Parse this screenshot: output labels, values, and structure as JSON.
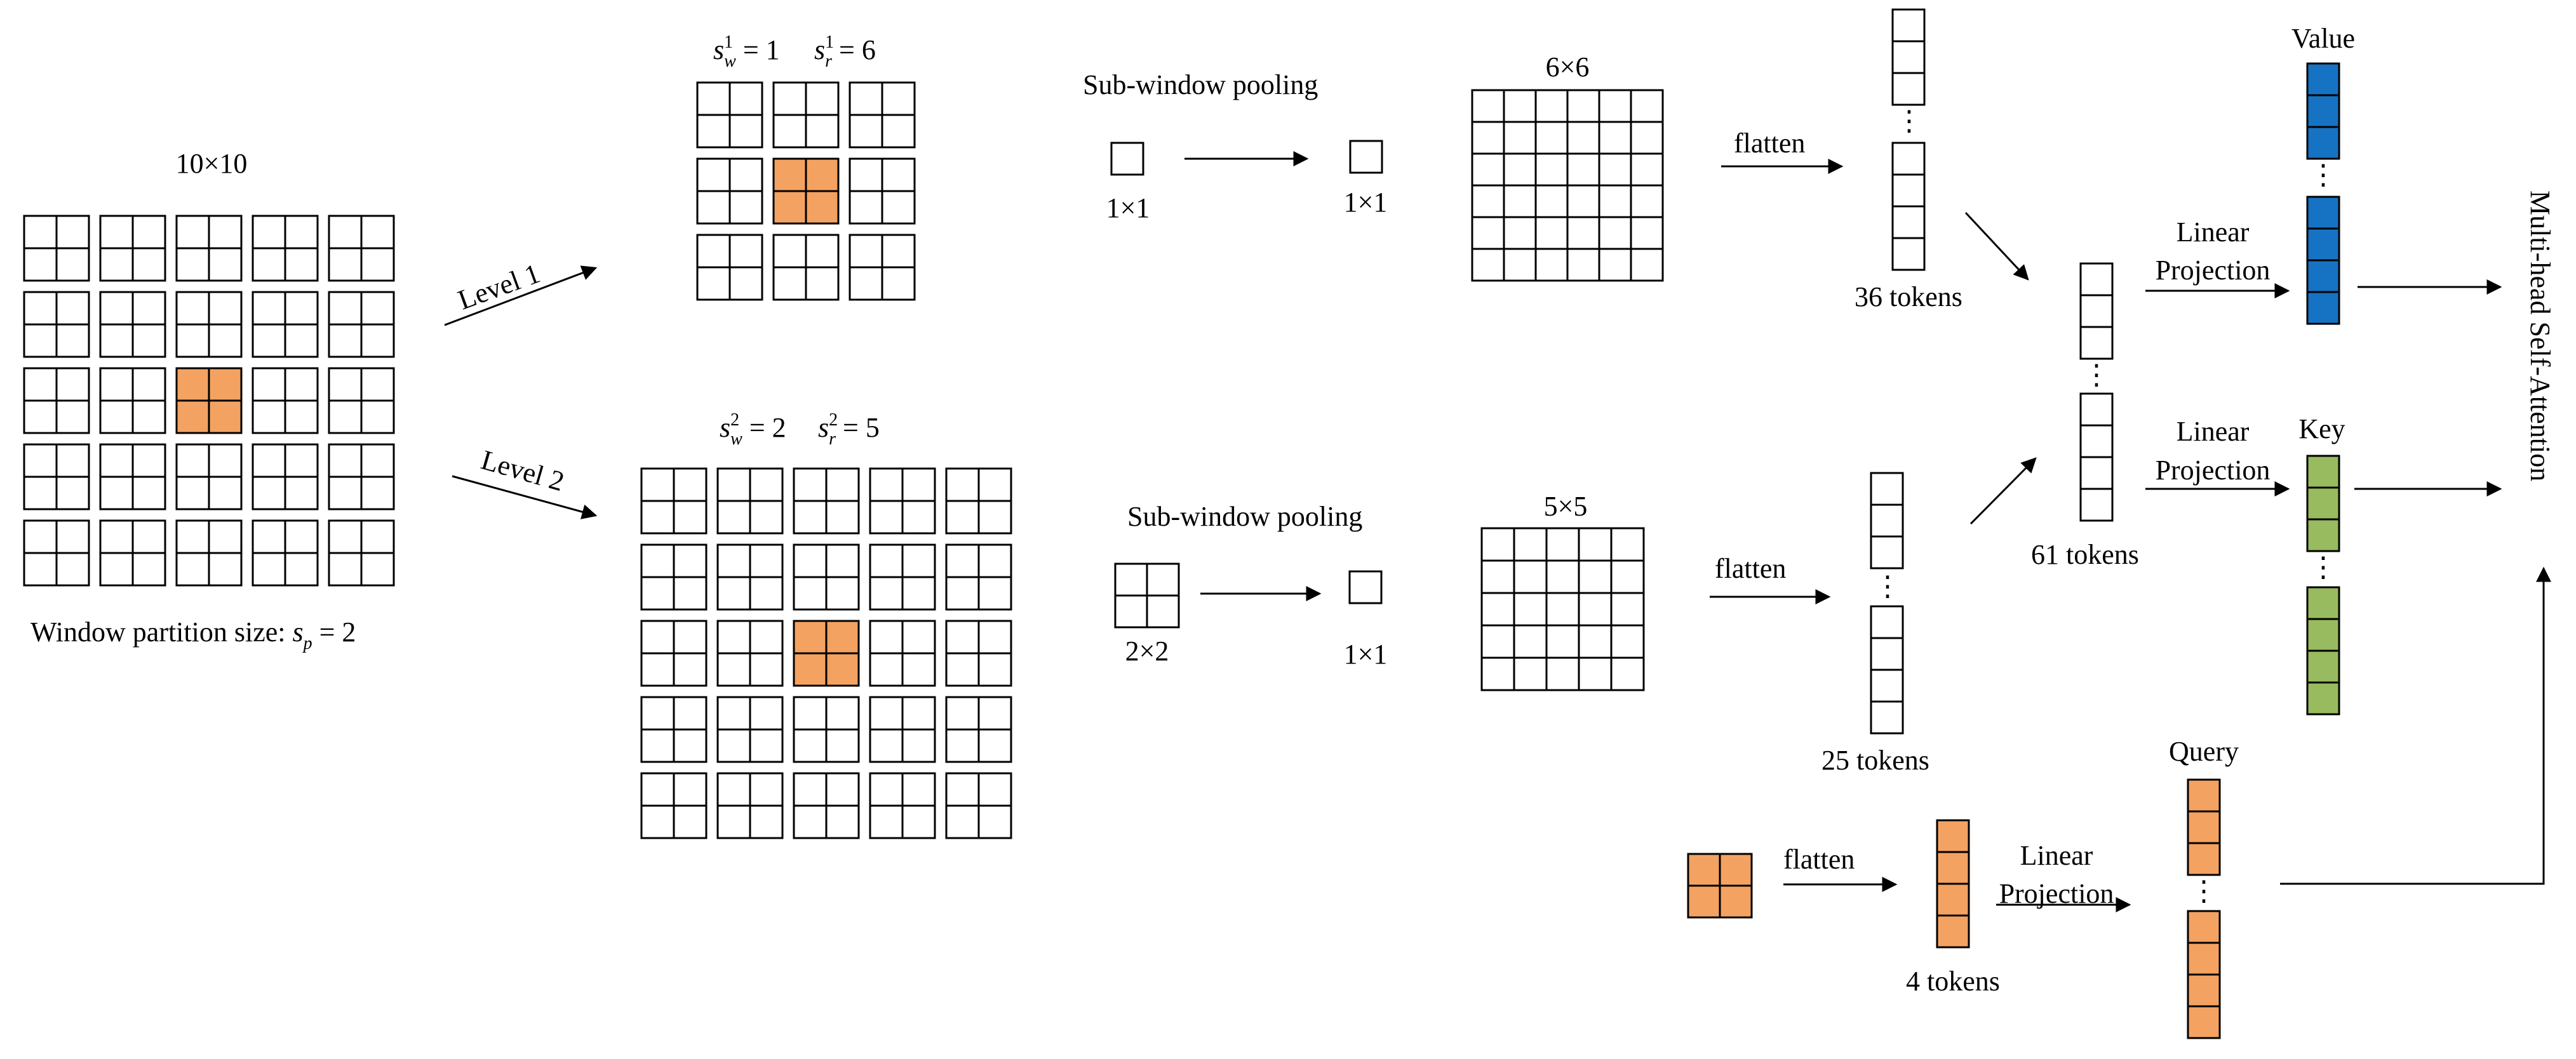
{
  "colors": {
    "highlight": "#F4A261",
    "value": "#1673C4",
    "key": "#97BB5E",
    "query": "#F4A261",
    "stroke": "#000000",
    "background": "#FFFFFF"
  },
  "input": {
    "grid_label": "10×10",
    "partition_text": "Window partition size: ",
    "partition_var": "s",
    "partition_sub": "p",
    "partition_eq": " = 2"
  },
  "arrows": {
    "level1": "Level 1",
    "level2": "Level 2"
  },
  "level1": {
    "sw": "s",
    "sw_sup": "1",
    "sw_sub": "w",
    "sw_eq": " = 1",
    "sr": "s",
    "sr_sup": "1",
    "sr_sub": "r",
    "sr_eq": " = 6",
    "pool_title": "Sub-window pooling",
    "pool_in": "1×1",
    "pool_out": "1×1",
    "pooled_label": "6×6",
    "flatten": "flatten",
    "tokens": "36 tokens"
  },
  "level2": {
    "sw": "s",
    "sw_sup": "2",
    "sw_sub": "w",
    "sw_eq": " = 2",
    "sr": "s",
    "sr_sup": "2",
    "sr_sub": "r",
    "sr_eq": " = 5",
    "pool_title": "Sub-window pooling",
    "pool_in": "2×2",
    "pool_out": "1×1",
    "pooled_label": "5×5",
    "flatten": "flatten",
    "tokens": "25 tokens"
  },
  "concat": {
    "tokens": "61 tokens"
  },
  "projection": {
    "linear_1": "Linear",
    "projection_1": "Projection",
    "linear_2": "Linear",
    "projection_2": "Projection",
    "linear_3": "Linear",
    "projection_3": "Projection"
  },
  "query": {
    "flatten": "flatten",
    "tokens": "4 tokens"
  },
  "outputs": {
    "value": "Value",
    "key": "Key",
    "query": "Query",
    "attention": "Multi-head Self-Attention"
  },
  "ellipsis": "⋮"
}
